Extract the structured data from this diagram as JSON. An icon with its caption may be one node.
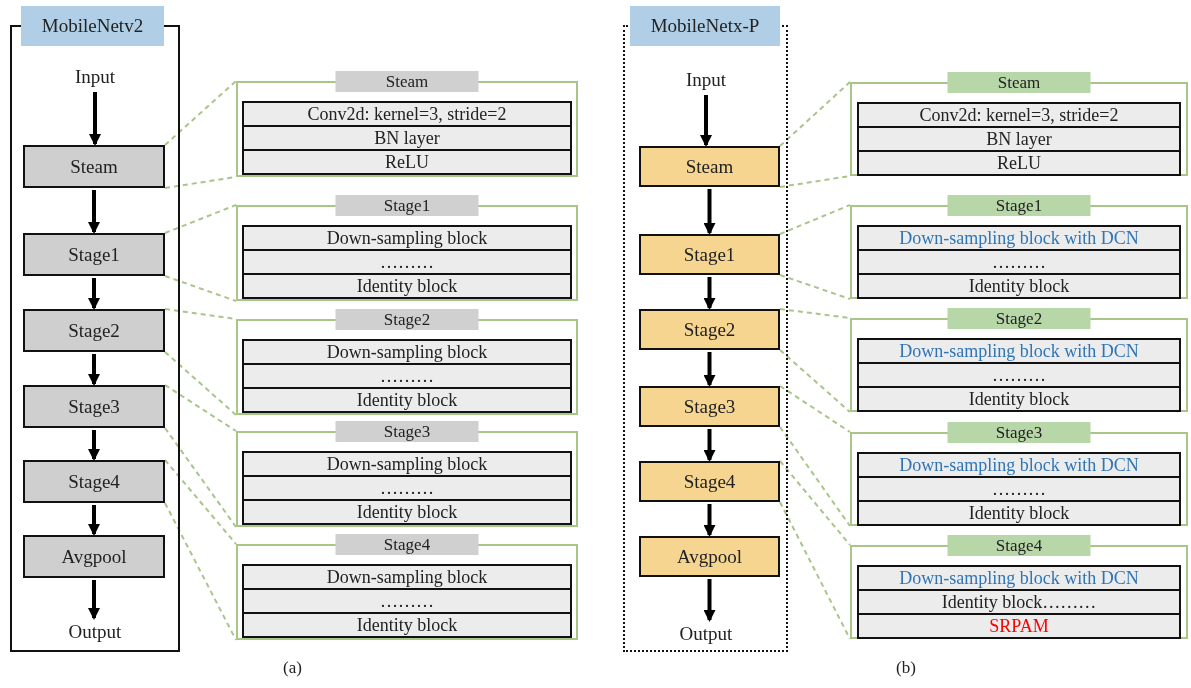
{
  "diagram": {
    "nodes": [
      {
        "text": [
          "MobileNetv2"
        ]
      },
      {
        "text": [
          "Input"
        ],
        "in": 0
      },
      {
        "text": [
          "Steam"
        ],
        "in": 0
      },
      {
        "text": [
          "Stage1"
        ],
        "in": 0
      },
      {
        "text": [
          "Stage2"
        ],
        "in": 0
      },
      {
        "text": [
          "Stage3"
        ],
        "in": 0
      },
      {
        "text": [
          "Stage4"
        ],
        "in": 0
      },
      {
        "text": [
          "Avgpool"
        ],
        "in": 0
      },
      {
        "text": [
          "Output"
        ],
        "in": 0
      },
      {
        "text": [
          "Steam"
        ]
      },
      {
        "text": [
          "Conv2d: kernel=3, stride=2"
        ],
        "in": 9
      },
      {
        "text": [
          "BN layer"
        ],
        "in": 9
      },
      {
        "text": [
          "ReLU"
        ],
        "in": 9
      },
      {
        "text": [
          "Stage1"
        ]
      },
      {
        "text": [
          "Down-sampling block"
        ],
        "in": 13
      },
      {
        "text": [
          "………"
        ],
        "in": 13
      },
      {
        "text": [
          "Identity block"
        ],
        "in": 13
      },
      {
        "text": [
          "Stage2"
        ]
      },
      {
        "text": [
          "Down-sampling block"
        ],
        "in": 17
      },
      {
        "text": [
          "………"
        ],
        "in": 17
      },
      {
        "text": [
          "Identity block"
        ],
        "in": 17
      },
      {
        "text": [
          "Stage3"
        ]
      },
      {
        "text": [
          "Down-sampling block"
        ],
        "in": 21
      },
      {
        "text": [
          "………"
        ],
        "in": 21
      },
      {
        "text": [
          "Identity block"
        ],
        "in": 21
      },
      {
        "text": [
          "Stage4"
        ]
      },
      {
        "text": [
          "Down-sampling block"
        ],
        "in": 25
      },
      {
        "text": [
          "………"
        ],
        "in": 25
      },
      {
        "text": [
          "Identity block"
        ],
        "in": 25
      },
      {
        "text": [
          "MobileNetx-P"
        ]
      },
      {
        "text": [
          "Input"
        ],
        "in": 29
      },
      {
        "text": [
          "Steam"
        ],
        "in": 29
      },
      {
        "text": [
          "Stage1"
        ],
        "in": 29
      },
      {
        "text": [
          "Stage2"
        ],
        "in": 29
      },
      {
        "text": [
          "Stage3"
        ],
        "in": 29
      },
      {
        "text": [
          "Stage4"
        ],
        "in": 29
      },
      {
        "text": [
          "Avgpool"
        ],
        "in": 29
      },
      {
        "text": [
          "Output"
        ],
        "in": 29
      },
      {
        "text": [
          "Steam"
        ]
      },
      {
        "text": [
          "Conv2d: kernel=3, stride=2"
        ],
        "in": 38
      },
      {
        "text": [
          "BN layer"
        ],
        "in": 38
      },
      {
        "text": [
          "ReLU"
        ],
        "in": 38
      },
      {
        "text": [
          "Stage1"
        ]
      },
      {
        "text": [
          "Down-sampling block with DCN"
        ],
        "in": 42
      },
      {
        "text": [
          "………"
        ],
        "in": 42
      },
      {
        "text": [
          "Identity block"
        ],
        "in": 42
      },
      {
        "text": [
          "Stage2"
        ]
      },
      {
        "text": [
          "Down-sampling block with DCN"
        ],
        "in": 46
      },
      {
        "text": [
          "………"
        ],
        "in": 46
      },
      {
        "text": [
          "Identity block"
        ],
        "in": 46
      },
      {
        "text": [
          "Stage3"
        ]
      },
      {
        "text": [
          "Down-sampling block with DCN"
        ],
        "in": 50
      },
      {
        "text": [
          "………"
        ],
        "in": 50
      },
      {
        "text": [
          "Identity block"
        ],
        "in": 50
      },
      {
        "text": [
          "Stage4"
        ]
      },
      {
        "text": [
          "Down-sampling block with DCN"
        ],
        "in": 54
      },
      {
        "text": [
          "Identity block………"
        ],
        "in": 54
      },
      {
        "text": [
          "SRPAM"
        ],
        "in": 54
      }
    ],
    "edges": [
      {
        "from": 1,
        "to": 2,
        "arrow": "to",
        "style": "thick",
        "color": "#000000"
      },
      {
        "from": 2,
        "to": 3,
        "arrow": "to",
        "style": "thick",
        "color": "#000000"
      },
      {
        "from": 3,
        "to": 4,
        "arrow": "to",
        "style": "thick",
        "color": "#000000"
      },
      {
        "from": 4,
        "to": 5,
        "arrow": "to",
        "style": "thick",
        "color": "#000000"
      },
      {
        "from": 5,
        "to": 6,
        "arrow": "to",
        "style": "thick",
        "color": "#000000"
      },
      {
        "from": 6,
        "to": 7,
        "arrow": "to",
        "style": "thick",
        "color": "#000000"
      },
      {
        "from": 7,
        "to": 8,
        "arrow": "to",
        "style": "thick",
        "color": "#000000"
      },
      {
        "from": 2,
        "to": 9,
        "arrow": "none",
        "style": "dashed"
      },
      {
        "from": 2,
        "to": 9,
        "arrow": "none",
        "style": "dashed"
      },
      {
        "from": 3,
        "to": 13,
        "arrow": "none",
        "style": "dashed"
      },
      {
        "from": 3,
        "to": 13,
        "arrow": "none",
        "style": "dashed"
      },
      {
        "from": 4,
        "to": 17,
        "arrow": "none",
        "style": "dashed"
      },
      {
        "from": 4,
        "to": 17,
        "arrow": "none",
        "style": "dashed"
      },
      {
        "from": 5,
        "to": 21,
        "arrow": "none",
        "style": "dashed"
      },
      {
        "from": 5,
        "to": 21,
        "arrow": "none",
        "style": "dashed"
      },
      {
        "from": 6,
        "to": 25,
        "arrow": "none",
        "style": "dashed"
      },
      {
        "from": 6,
        "to": 25,
        "arrow": "none",
        "style": "dashed"
      },
      {
        "from": 30,
        "to": 31,
        "arrow": "to",
        "style": "thick",
        "color": "#000000"
      },
      {
        "from": 31,
        "to": 32,
        "arrow": "to",
        "style": "thick",
        "color": "#000000"
      },
      {
        "from": 32,
        "to": 33,
        "arrow": "to",
        "style": "thick",
        "color": "#000000"
      },
      {
        "from": 33,
        "to": 34,
        "arrow": "to",
        "style": "thick",
        "color": "#000000"
      },
      {
        "from": 34,
        "to": 35,
        "arrow": "to",
        "style": "thick",
        "color": "#000000"
      },
      {
        "from": 35,
        "to": 36,
        "arrow": "to",
        "style": "thick",
        "color": "#000000"
      },
      {
        "from": 36,
        "to": 37,
        "arrow": "to",
        "style": "thick",
        "color": "#000000"
      },
      {
        "from": 31,
        "to": 38,
        "arrow": "none",
        "style": "dashed"
      },
      {
        "from": 31,
        "to": 38,
        "arrow": "none",
        "style": "dashed"
      },
      {
        "from": 32,
        "to": 42,
        "arrow": "none",
        "style": "dashed"
      },
      {
        "from": 32,
        "to": 42,
        "arrow": "none",
        "style": "dashed"
      },
      {
        "from": 33,
        "to": 46,
        "arrow": "none",
        "style": "dashed"
      },
      {
        "from": 33,
        "to": 46,
        "arrow": "none",
        "style": "dashed"
      },
      {
        "from": 34,
        "to": 50,
        "arrow": "none",
        "style": "dashed"
      },
      {
        "from": 34,
        "to": 50,
        "arrow": "none",
        "style": "dashed"
      },
      {
        "from": 35,
        "to": 54,
        "arrow": "none",
        "style": "dashed"
      },
      {
        "from": 35,
        "to": 54,
        "arrow": "none",
        "style": "dashed"
      }
    ],
    "labels": [
      "(a)",
      "(b)"
    ]
  }
}
